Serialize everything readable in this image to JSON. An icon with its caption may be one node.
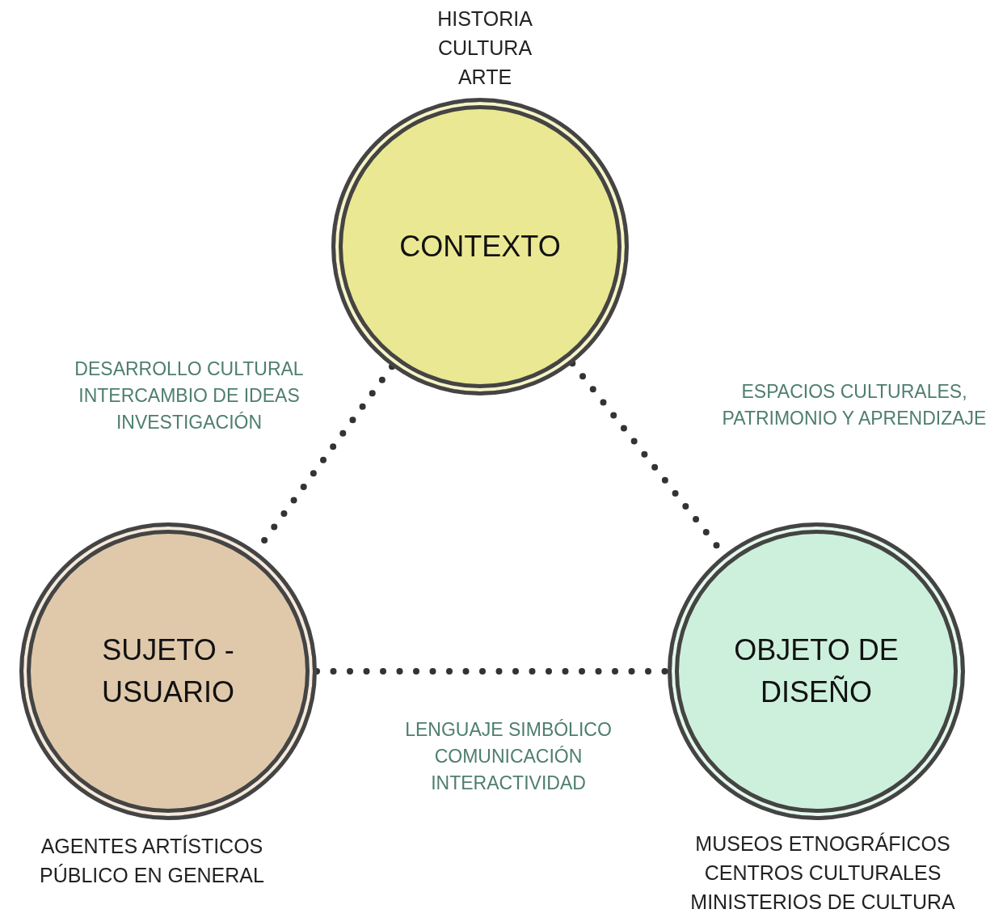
{
  "diagram": {
    "nodes": [
      {
        "text": [
          "CONTEXTO"
        ],
        "beside": [
          "HISTORIA",
          "CULTURA",
          "ARTE"
        ]
      },
      {
        "text": [
          "SUJETO - USUARIO"
        ],
        "beside": [
          "AGENTES ARTÍSTICOS",
          "PÚBLICO EN GENERAL"
        ]
      },
      {
        "text": [
          "OBJETO DE DISEÑO"
        ],
        "beside": [
          "MUSEOS ETNOGRÁFICOS",
          "CENTROS CULTURALES",
          "MINISTERIOS DE CULTURA"
        ]
      }
    ],
    "edges": [
      {
        "from": 0,
        "to": 1,
        "arrow": "none",
        "style": "dashed",
        "label": "DESARROLLO CULTURAL INTERCAMBIO DE IDEAS INVESTIGACIÓN"
      },
      {
        "from": 0,
        "to": 2,
        "arrow": "none",
        "style": "dashed",
        "label": "ESPACIOS CULTURALES, PATRIMONIO Y APRENDIZAJE"
      },
      {
        "from": 1,
        "to": 2,
        "arrow": "none",
        "style": "dashed",
        "label": "LENGUAJE SIMBÓLICO COMUNICACIÓN INTERACTIVIDAD"
      }
    ]
  }
}
